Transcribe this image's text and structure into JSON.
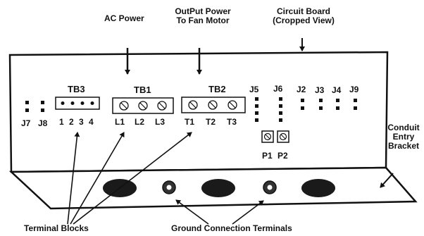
{
  "callouts": {
    "ac_power": "AC Power",
    "output_power_line1": "OutPut Power",
    "output_power_line2": "To Fan Motor",
    "circuit_board_line1": "Circuit Board",
    "circuit_board_line2": "(Cropped View)",
    "conduit_line1": "Conduit",
    "conduit_line2": "Entry",
    "conduit_line3": "Bracket",
    "terminal_blocks": "Terminal Blocks",
    "ground_terminals": "Ground Connection Terminals"
  },
  "terminal_blocks": {
    "tb3": {
      "label": "TB3",
      "terminals": [
        "1",
        "2",
        "3",
        "4"
      ]
    },
    "tb1": {
      "label": "TB1",
      "terminals": [
        "L1",
        "L2",
        "L3"
      ]
    },
    "tb2": {
      "label": "TB2",
      "terminals": [
        "T1",
        "T2",
        "T3"
      ]
    }
  },
  "jumpers": {
    "j7": "J7",
    "j8": "J8",
    "j5": "J5",
    "j6": "J6",
    "j2": "J2",
    "j3": "J3",
    "j4": "J4",
    "j9": "J9"
  },
  "plugs": {
    "p1": "P1",
    "p2": "P2"
  },
  "colors": {
    "ink": "#111111",
    "board": "#ffffff",
    "hole": "#1a1a1a"
  }
}
